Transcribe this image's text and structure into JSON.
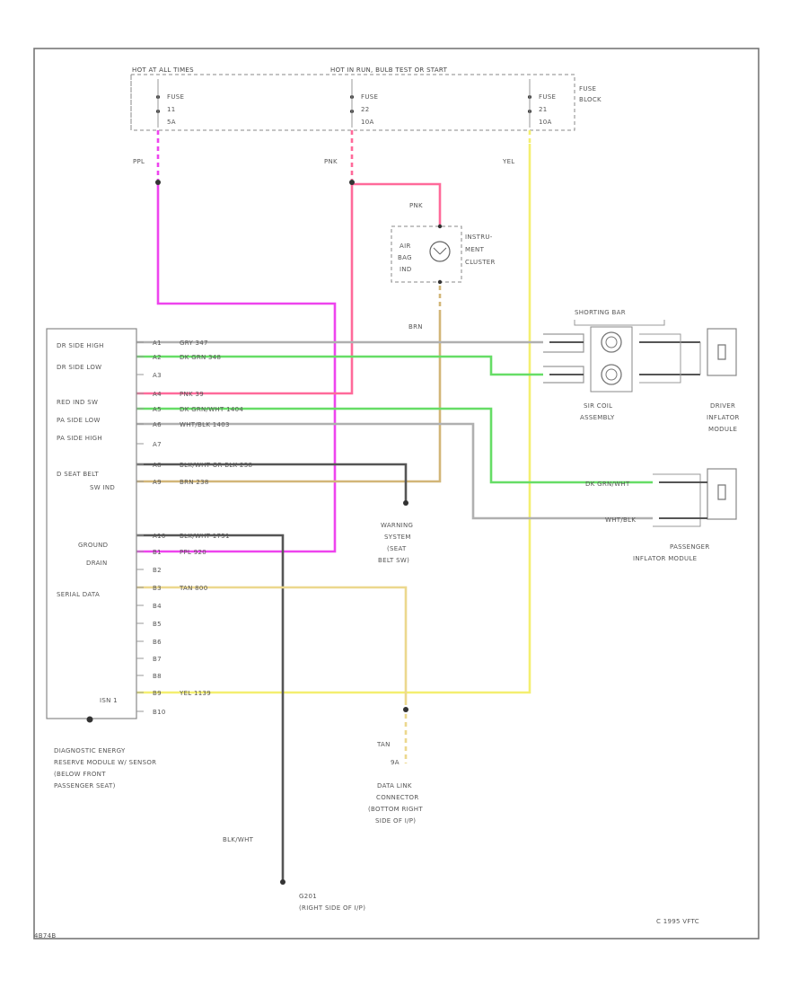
{
  "colors": {
    "ppl": "#ee44ee",
    "pnk": "#ff6a9a",
    "yel": "#f4ef70",
    "grn": "#66dd66",
    "brn": "#d2b678",
    "tan": "#ecd88e",
    "gry": "#b0b0b0",
    "blk": "#555555"
  },
  "header": {
    "hot_run_start": "HOT IN RUN, BULB TEST OR START",
    "hot_at_all": "HOT AT ALL TIMES",
    "fuse_block": [
      "FUSE",
      "BLOCK"
    ],
    "fuses": [
      {
        "line1": "FUSE",
        "line2": "11",
        "line3": "5A"
      },
      {
        "line1": "FUSE",
        "line2": "22",
        "line3": "10A"
      },
      {
        "line1": "FUSE",
        "line2": "21",
        "line3": "10A"
      }
    ]
  },
  "wire_labels": {
    "ppl": "PPL",
    "pnk_top": "PNK",
    "yel": "YEL",
    "pnk_cluster": "PNK",
    "brn": "BRN",
    "blk_wht": "BLK/WHT",
    "tan": "TAN"
  },
  "cluster": {
    "label": [
      "INSTRU-",
      "MENT",
      "CLUSTER"
    ],
    "indicator": [
      "AIR",
      "BAG",
      "IND"
    ]
  },
  "sdm": {
    "side_labels": [
      "DR SIDE HIGH",
      "DR SIDE LOW",
      "RED IND SW",
      "PA SIDE LOW",
      "PA SIDE HIGH",
      "D SEAT BELT",
      "SW IND",
      "GROUND",
      "DRAIN",
      "SERIAL DATA",
      "ISN 1"
    ],
    "pins": [
      {
        "pin": "A1",
        "wire": "GRY  347"
      },
      {
        "pin": "A2",
        "wire": "DK GRN  348"
      },
      {
        "pin": "A3",
        "wire": ""
      },
      {
        "pin": "A4",
        "wire": "PNK  39"
      },
      {
        "pin": "A5",
        "wire": "DK GRN/WHT  1404"
      },
      {
        "pin": "A6",
        "wire": "WHT/BLK  1403"
      },
      {
        "pin": "A7",
        "wire": ""
      },
      {
        "pin": "A8",
        "wire": "BLK/WHT OR BLK  238"
      },
      {
        "pin": "A9",
        "wire": "BRN  238"
      },
      {
        "pin": "A10",
        "wire": "BLK/WHT  1751"
      },
      {
        "pin": "B1",
        "wire": "PPL  920"
      },
      {
        "pin": "B2",
        "wire": ""
      },
      {
        "pin": "B3",
        "wire": "TAN  800"
      },
      {
        "pin": "B4",
        "wire": ""
      },
      {
        "pin": "B5",
        "wire": ""
      },
      {
        "pin": "B6",
        "wire": ""
      },
      {
        "pin": "B7",
        "wire": ""
      },
      {
        "pin": "B8",
        "wire": ""
      },
      {
        "pin": "B9",
        "wire": "YEL  1139"
      },
      {
        "pin": "B10",
        "wire": ""
      }
    ],
    "caption": [
      "DIAGNOSTIC ENERGY",
      "RESERVE MODULE W/ SENSOR",
      "(BELOW FRONT",
      "PASSENGER SEAT)"
    ]
  },
  "shorting_bar": "SHORTING BAR",
  "sir_coil": [
    "SIR COIL",
    "ASSEMBLY"
  ],
  "driver_module": [
    "DRIVER",
    "INFLATOR",
    "MODULE"
  ],
  "passenger_module": [
    "PASSENGER",
    "INFLATOR MODULE"
  ],
  "passenger_wires": [
    "DK GRN/WHT",
    "WHT/BLK"
  ],
  "warning_system": [
    "WARNING",
    "SYSTEM",
    "(SEAT",
    "BELT SW)"
  ],
  "data_link": {
    "pin": "9A",
    "caption": [
      "DATA LINK",
      "CONNECTOR",
      "(BOTTOM RIGHT",
      "SIDE OF I/P)"
    ]
  },
  "ground": {
    "id": "G201",
    "caption": "(RIGHT SIDE OF I/P)"
  },
  "copyright": "C 1995 VFTC",
  "diagram_id": "4B74B"
}
